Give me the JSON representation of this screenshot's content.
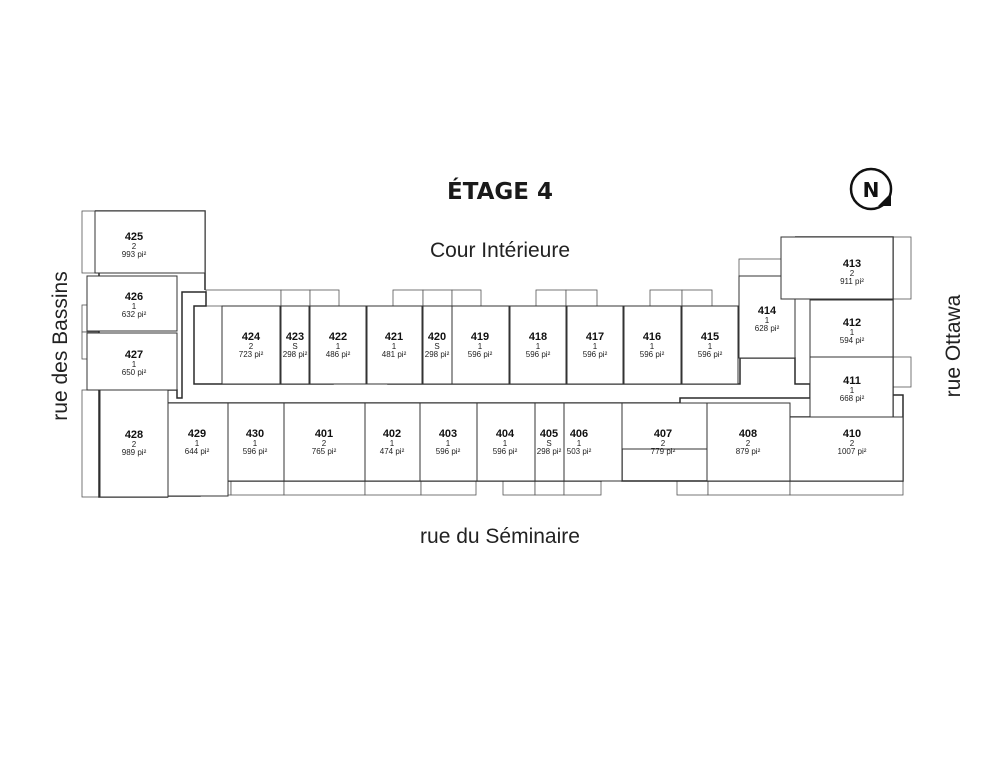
{
  "title": "ÉTAGE 4",
  "compass": {
    "label": "N",
    "icon": "north-compass-icon"
  },
  "streets": {
    "top": "Cour Intérieure",
    "bottom": "rue du Séminaire",
    "left": "rue des Bassins",
    "right": "rue Ottawa"
  },
  "units": [
    {
      "id": "425",
      "type": "2",
      "area": "993 pi²"
    },
    {
      "id": "426",
      "type": "1",
      "area": "632 pi²"
    },
    {
      "id": "427",
      "type": "1",
      "area": "650 pi²"
    },
    {
      "id": "428",
      "type": "2",
      "area": "989 pi²"
    },
    {
      "id": "424",
      "type": "2",
      "area": "723 pi²"
    },
    {
      "id": "423",
      "type": "S",
      "area": "298 pi²"
    },
    {
      "id": "422",
      "type": "1",
      "area": "486 pi²"
    },
    {
      "id": "421",
      "type": "1",
      "area": "481 pi²"
    },
    {
      "id": "420",
      "type": "S",
      "area": "298 pi²"
    },
    {
      "id": "419",
      "type": "1",
      "area": "596 pi²"
    },
    {
      "id": "418",
      "type": "1",
      "area": "596 pi²"
    },
    {
      "id": "417",
      "type": "1",
      "area": "596 pi²"
    },
    {
      "id": "416",
      "type": "1",
      "area": "596 pi²"
    },
    {
      "id": "415",
      "type": "1",
      "area": "596 pi²"
    },
    {
      "id": "414",
      "type": "1",
      "area": "628 pi²"
    },
    {
      "id": "413",
      "type": "2",
      "area": "911 pi²"
    },
    {
      "id": "412",
      "type": "1",
      "area": "594 pi²"
    },
    {
      "id": "411",
      "type": "1",
      "area": "668 pi²"
    },
    {
      "id": "410",
      "type": "2",
      "area": "1007 pi²"
    },
    {
      "id": "408",
      "type": "2",
      "area": "879 pi²"
    },
    {
      "id": "407",
      "type": "2",
      "area": "779 pi²"
    },
    {
      "id": "406",
      "type": "1",
      "area": "503 pi²"
    },
    {
      "id": "405",
      "type": "S",
      "area": "298 pi²"
    },
    {
      "id": "404",
      "type": "1",
      "area": "596 pi²"
    },
    {
      "id": "403",
      "type": "1",
      "area": "596 pi²"
    },
    {
      "id": "402",
      "type": "1",
      "area": "474 pi²"
    },
    {
      "id": "401",
      "type": "2",
      "area": "765 pi²"
    },
    {
      "id": "430",
      "type": "1",
      "area": "596 pi²"
    },
    {
      "id": "429",
      "type": "1",
      "area": "644 pi²"
    }
  ]
}
